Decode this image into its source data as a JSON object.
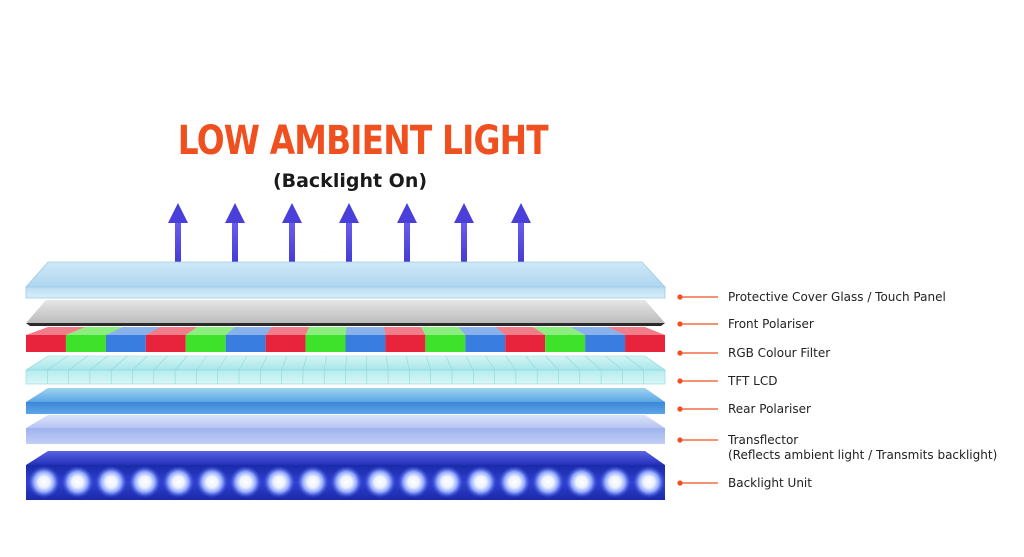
{
  "heading": {
    "title": "LOW AMBIENT LIGHT",
    "subtitle": "(Backlight On)"
  },
  "layers": [
    {
      "label": "Protective Cover Glass / Touch Panel"
    },
    {
      "label": "Front Polariser"
    },
    {
      "label": "RGB Colour Filter"
    },
    {
      "label": "TFT LCD"
    },
    {
      "label": "Rear Polariser"
    },
    {
      "label": "Transflector",
      "sublabel": "(Reflects ambient light / Transmits backlight)"
    },
    {
      "label": "Backlight Unit"
    }
  ],
  "colors": {
    "title": "#f05020",
    "leader": "#f05020",
    "arrow": "#4a3fd8",
    "moon": "#e4e3f5",
    "red_filter": "#e8243c",
    "green_filter": "#3ee22a",
    "blue_filter": "#3a7de0"
  },
  "icons": {
    "light_arrows": "up-arrow-icon",
    "moon": "crescent-moon-icon"
  }
}
